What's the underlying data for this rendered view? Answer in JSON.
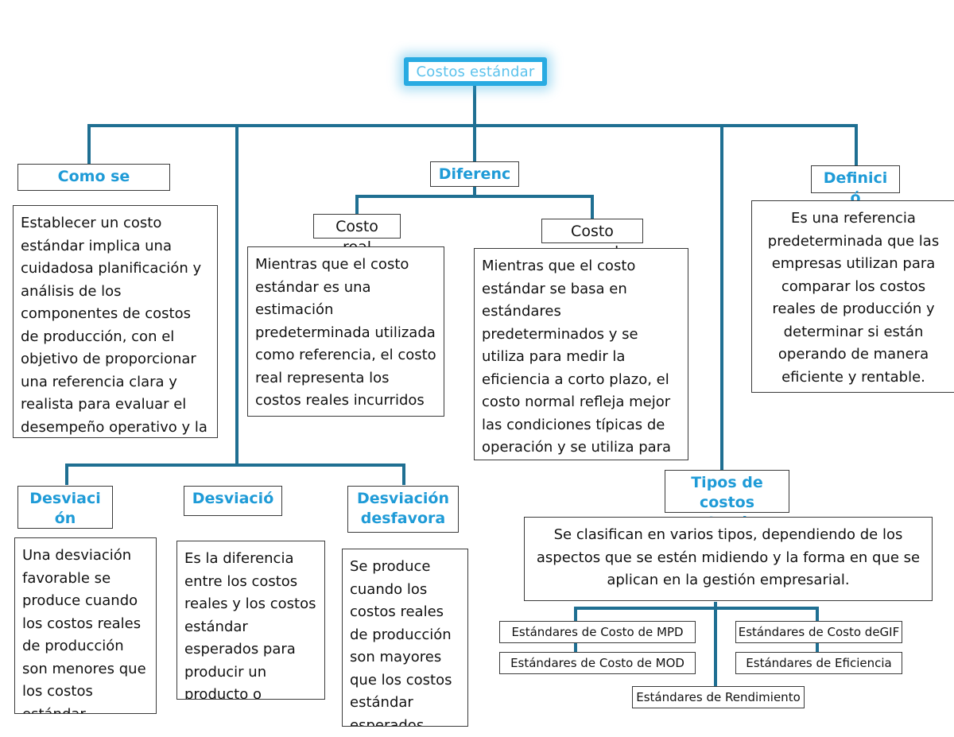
{
  "diagram": {
    "title": "Costos estándar",
    "colors": {
      "accent_blue": "#1F9BD7",
      "root_border": "#29ABE2",
      "connector": "#1F6F92",
      "box_border": "#3A3A3A",
      "text": "#111111"
    }
  },
  "root": {
    "label": "Costos estándar"
  },
  "branches": {
    "como_se": {
      "heading": "Como se",
      "body": "Establecer un costo estándar implica una cuidadosa planificación y análisis de los componentes de costos de producción, con el objetivo de proporcionar una referencia clara y realista para evaluar el desempeño operativo y la rentabilidad de la empresa."
    },
    "diferencias": {
      "heading": "Diferenc",
      "costo_real": {
        "label": "Costo\nreal",
        "body": "Mientras que el costo estándar es una estimación predeterminada utilizada como referencia, el costo real representa los costos reales incurridos en la producción."
      },
      "costo_normal": {
        "label": "Costo\nnormal",
        "body": "Mientras que el costo estándar se basa en estándares predeterminados y se utiliza para medir la eficiencia a corto plazo, el costo normal refleja mejor las condiciones típicas de operación y se utiliza para la planificación a largo plazo y la presupuestación."
      }
    },
    "definicion": {
      "heading": "Definici\nó",
      "body": "Es una referencia predeterminada que las empresas utilizan para comparar los costos reales de producción y determinar si están operando de manera eficiente y rentable."
    },
    "desviacion_favorable": {
      "heading": "Desviaci\nón",
      "body": "Una desviación favorable se produce cuando los costos reales de producción son menores que los costos estándar esperados."
    },
    "desviacion": {
      "heading": "Desviació",
      "body": "Es la diferencia entre los costos reales y los costos estándar esperados para producir un producto o"
    },
    "desviacion_desfavorable": {
      "heading": "Desviación\ndesfavora",
      "body": "Se produce cuando los costos reales de producción son mayores que los costos estándar esperados."
    },
    "tipos_de_costos": {
      "heading": "Tipos de\ncostos\nestandar",
      "body": "Se clasifican en varios tipos, dependiendo de los aspectos que se estén midiendo y la forma en que se aplican en la gestión empresarial.",
      "leaves": [
        {
          "label": "Estándares de Costo de MPD"
        },
        {
          "label": "Estándares de Costo de MOD"
        },
        {
          "label": "Estándares de Costo deGIF"
        },
        {
          "label": "Estándares de Eficiencia"
        },
        {
          "label": "Estándares de Rendimiento"
        }
      ]
    }
  }
}
